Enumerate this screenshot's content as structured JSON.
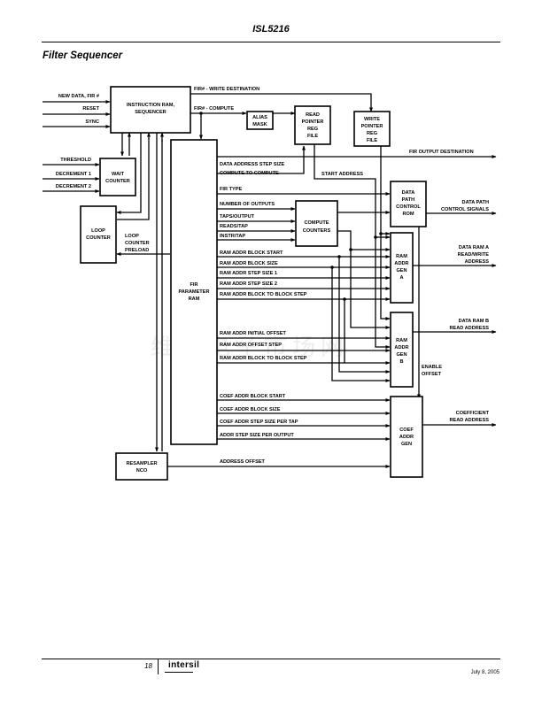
{
  "header": {
    "doc_title": "ISL5216",
    "section_title": "Filter Sequencer"
  },
  "footer": {
    "page_number": "18",
    "logo_text": "intersil",
    "date": "July 8, 2005"
  },
  "watermark": "维库电子市场网",
  "diagram": {
    "blocks": {
      "instruction_ram": [
        "INSTRUCTION RAM,",
        "SEQUENCER"
      ],
      "alias_mask": [
        "ALIAS",
        "MASK"
      ],
      "read_pointer": [
        "READ",
        "POINTER",
        "REG",
        "FILE"
      ],
      "write_pointer": [
        "WRITE",
        "POINTER",
        "REG",
        "FILE"
      ],
      "wait_counter": [
        "WAIT",
        "COUNTER"
      ],
      "loop_counter": [
        "LOOP",
        "COUNTER"
      ],
      "fir_param_ram": [
        "FIR",
        "PARAMETER",
        "RAM"
      ],
      "compute_counters": [
        "COMPUTE",
        "COUNTERS"
      ],
      "data_path_rom": [
        "DATA",
        "PATH",
        "CONTROL",
        "ROM"
      ],
      "ram_addr_gen_a": [
        "RAM",
        "ADDR",
        "GEN",
        "A"
      ],
      "ram_addr_gen_b": [
        "RAM",
        "ADDR",
        "GEN",
        "B"
      ],
      "coef_addr_gen": [
        "COEF",
        "ADDR",
        "GEN"
      ],
      "resampler_nco": [
        "RESAMPLER",
        "NCO"
      ]
    },
    "inputs": {
      "new_data": "NEW DATA, FIR #",
      "reset": "RESET",
      "sync": "SYNC",
      "threshold": "THRESHOLD",
      "decrement1": "DECREMENT 1",
      "decrement2": "DECREMENT 2"
    },
    "signals": {
      "fir_write_dest": "FIR# - WRITE DESTINATION",
      "fir_compute": "FIR# - COMPUTE",
      "fir_output_dest": "FIR OUTPUT DESTINATION",
      "start_address": "START ADDRESS",
      "loop_counter_preload": [
        "LOOP",
        "COUNTER",
        "PRELOAD"
      ],
      "enable_offset": [
        "ENABLE",
        "OFFSET"
      ],
      "address_offset": "ADDRESS OFFSET"
    },
    "fir_fields": {
      "data_addr_step": "DATA ADDRESS STEP SIZE",
      "compute_to_compute": "COMPUTE TO COMPUTE",
      "fir_type": "FIR TYPE",
      "num_outputs": "NUMBER OF OUTPUTS",
      "taps_output": "TAPS/OUTPUT",
      "reads_tap": "READS/TAP",
      "instr_tap": "INSTR/TAP",
      "ram_block_start": "RAM ADDR BLOCK START",
      "ram_block_size": "RAM ADDR BLOCK SIZE",
      "ram_step1": "RAM ADDR STEP SIZE 1",
      "ram_step2": "RAM ADDR STEP SIZE 2",
      "ram_block_step": "RAM ADDR BLOCK TO BLOCK STEP",
      "ram_init_offset": "RAM ADDR INITIAL OFFSET",
      "ram_offset_step": "RAM ADDR OFFSET STEP",
      "ram_block_step_b": "RAM ADDR BLOCK TO BLOCK STEP",
      "coef_block_start": "COEF ADDR BLOCK START",
      "coef_block_size": "COEF ADDR BLOCK SIZE",
      "coef_step_tap": "COEF ADDR STEP SIZE PER TAP",
      "addr_step_output": "ADDR STEP SIZE PER OUTPUT"
    },
    "outputs": {
      "data_path_signals": [
        "DATA PATH",
        "CONTROL SIGNALS"
      ],
      "data_ram_a": [
        "DATA RAM A",
        "READ/WRITE",
        "ADDRESS"
      ],
      "data_ram_b": [
        "DATA RAM B",
        "READ ADDRESS"
      ],
      "coef_read": [
        "COEFFICIENT",
        "READ ADDRESS"
      ]
    }
  }
}
